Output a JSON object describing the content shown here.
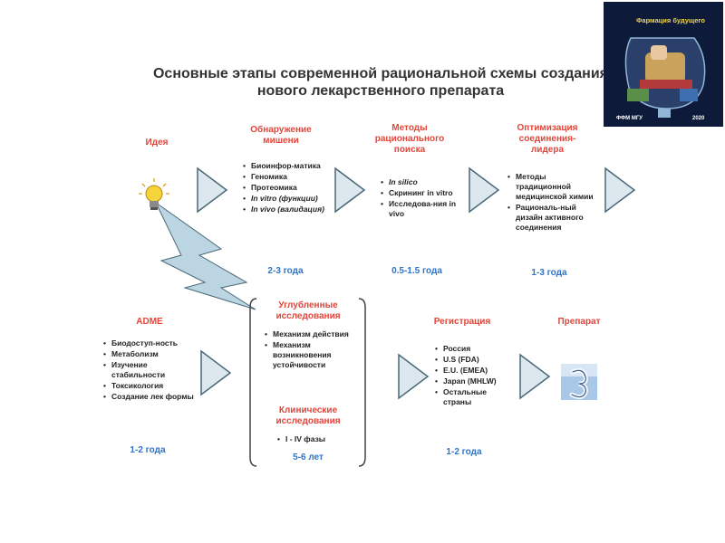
{
  "title": {
    "line1": "Основные этапы современной рациональной схемы создания",
    "line2": "нового лекарственного препарата"
  },
  "logo": {
    "title": "Фармация будущего",
    "left": "ФФМ МГУ",
    "right": "2020"
  },
  "idea": {
    "label": "Идея"
  },
  "target": {
    "label": "Обнаружение мишени",
    "items": [
      "Биоинфор-матика",
      "Геномика",
      "Протеомика",
      "In vitro (функции)",
      "In vivo (валидация)"
    ],
    "duration": "2-3 года"
  },
  "search": {
    "label": "Методы рационального поиска",
    "items": [
      "In silico",
      "Скрининг in vitro",
      "Исследова-ния in vivo"
    ],
    "duration": "0.5-1.5 года"
  },
  "lead": {
    "label": "Оптимизация соединения-лидера",
    "items": [
      "Методы традиционной медицинской химии",
      "Рациональ-ный дизайн активного соединения"
    ],
    "duration": "1-3 года"
  },
  "adme": {
    "label": "ADME",
    "items": [
      "Биодоступ-ность",
      "Метаболизм",
      "Изучение стабильности",
      "Токсикология",
      "Создание лек формы"
    ],
    "duration": "1-2 года"
  },
  "indepth": {
    "label": "Углубленные исследования",
    "items": [
      "Механизм действия",
      "Механизм возникновения устойчивости"
    ]
  },
  "clinical": {
    "label": "Клинические исследования",
    "items": [
      "I - IV фазы"
    ],
    "duration": "5-6 лет"
  },
  "registration": {
    "label": "Регистрация",
    "items": [
      "Россия",
      "U.S (FDA)",
      "E.U. (EMEA)",
      "Japan (MHLW)",
      "Остальные страны"
    ],
    "duration": "1-2 года"
  },
  "drug": {
    "label": "Препарат"
  },
  "colors": {
    "label": "#e2453a",
    "duration": "#2e73c8",
    "arrow_fill": "#dde8ee",
    "arrow_stroke": "#4a6878",
    "bolt_fill": "#bcd5e2",
    "bulb": "#f4d43a"
  }
}
